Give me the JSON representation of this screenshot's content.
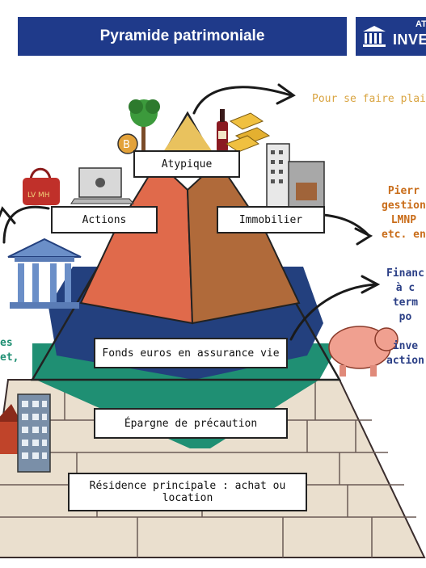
{
  "header": {
    "title": "Pyramide patrimoniale"
  },
  "logo": {
    "line1": "AT",
    "line2": "INVE"
  },
  "tiers": {
    "atypique": "Atypique",
    "actions": "Actions",
    "immobilier": "Immobilier",
    "fonds_euros": "Fonds euros en assurance vie",
    "epargne": "Épargne de précaution",
    "residence": "Résidence principale : achat ou location"
  },
  "annotations": {
    "plaisir": "Pour se faire plaisir",
    "pierre": "Pierr\ngestion\nLMNP\netc. en",
    "finance": "Financ\nà c\nterm\npo\n\ninve\naction",
    "left": "es\net,"
  },
  "colors": {
    "banner": "#1f3a8a",
    "atypique": "#e9c25e",
    "actions": "#e06a4b",
    "immobilier": "#b06a3a",
    "fonds_euros": "#23407e",
    "epargne": "#1f8f73",
    "brick": "#eadfce",
    "gold_text": "#d9a441",
    "orange_text": "#c96d1a",
    "navy_text": "#2b3f86",
    "teal_text": "#1f8f73"
  },
  "icons": [
    "bank-icon",
    "laptop-icon",
    "handbag-icon",
    "palm-tree-icon",
    "bitcoin-icon",
    "wine-bottle-icon",
    "gold-bars-icon",
    "buildings-icon",
    "piggy-bank-icon",
    "house-icon"
  ]
}
